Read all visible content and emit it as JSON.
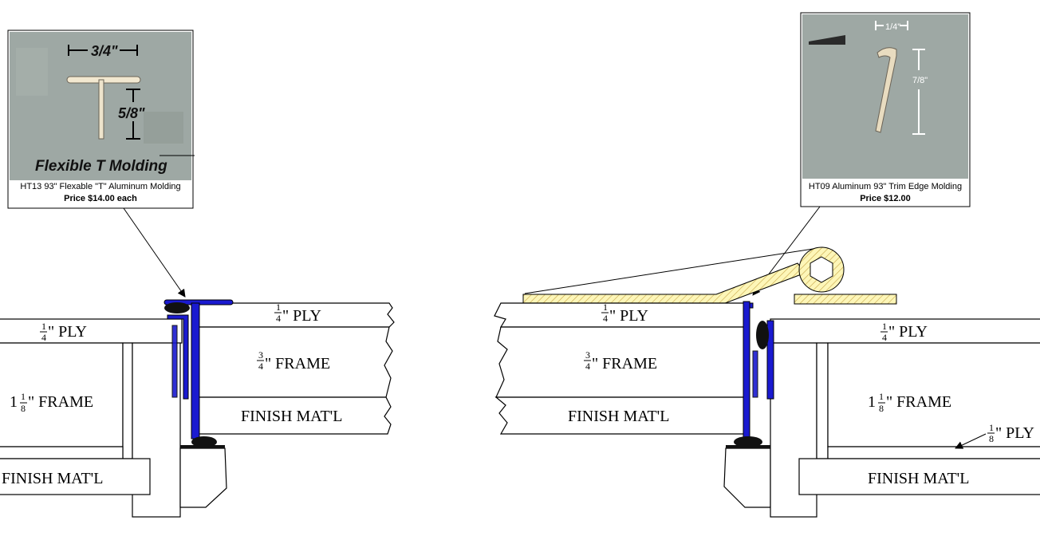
{
  "left_callout": {
    "photo_dim_width": "3/4\"",
    "photo_dim_height": "5/8\"",
    "photo_title": "Flexible T Molding",
    "caption_line1": "HT13 93\" Flexable \"T\" Aluminum Molding",
    "caption_line2": "Price $14.00 each"
  },
  "right_callout": {
    "photo_dim_width": "1/4\"",
    "photo_dim_height": "7/8\"",
    "caption_line1": "HT09  Aluminum 93\" Trim Edge Molding",
    "caption_line2": "Price $12.00"
  },
  "left_assembly": {
    "ply_left": {
      "whole": "",
      "num": "1",
      "den": "4",
      "text": "\" PLY"
    },
    "frame_left": {
      "whole": "1 ",
      "num": "1",
      "den": "8",
      "text": "\" FRAME"
    },
    "finish_left": "FINISH MAT'L",
    "ply_right": {
      "whole": "",
      "num": "1",
      "den": "4",
      "text": "\" PLY"
    },
    "frame_right": {
      "whole": "",
      "num": "3",
      "den": "4",
      "text": "\" FRAME"
    },
    "finish_right": "FINISH MAT'L"
  },
  "right_assembly": {
    "ply_left": {
      "whole": "",
      "num": "1",
      "den": "4",
      "text": "\" PLY"
    },
    "frame_left": {
      "whole": "",
      "num": "3",
      "den": "4",
      "text": "\" FRAME"
    },
    "finish_left": "FINISH MAT'L",
    "ply_right": {
      "whole": "",
      "num": "1",
      "den": "4",
      "text": "\" PLY"
    },
    "frame_right": {
      "whole": "1 ",
      "num": "1",
      "den": "8",
      "text": "\" FRAME"
    },
    "bottom_ply": {
      "whole": "",
      "num": "1",
      "den": "8",
      "text": "\" PLY"
    },
    "finish_right": "FINISH MAT'L"
  },
  "colors": {
    "molding": "#1a1ad0",
    "hinge": "#fdf6b8",
    "photo_bg": "#9ea8a4"
  }
}
